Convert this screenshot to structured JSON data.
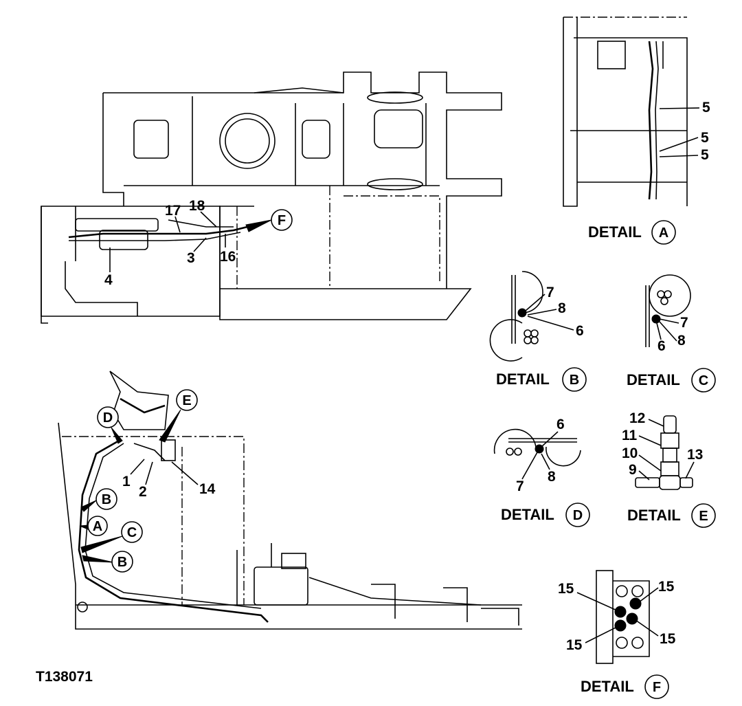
{
  "figure_id": "T138071",
  "detail_word": "DETAIL",
  "details": {
    "a": "A",
    "b": "B",
    "c": "C",
    "d": "D",
    "e": "E",
    "f": "F"
  },
  "callouts": {
    "top_view": [
      "17",
      "18",
      "3",
      "16",
      "4"
    ],
    "side_view": [
      "1",
      "2",
      "14"
    ],
    "detail_a": [
      "5",
      "5",
      "5"
    ],
    "detail_b": [
      "7",
      "8",
      "6"
    ],
    "detail_c": [
      "7",
      "8",
      "6"
    ],
    "detail_d": [
      "6",
      "7",
      "8"
    ],
    "detail_e": [
      "12",
      "11",
      "10",
      "9",
      "13"
    ],
    "detail_f": [
      "15",
      "15",
      "15",
      "15"
    ]
  },
  "side_view_circles": [
    "D",
    "E",
    "B",
    "A",
    "C",
    "B"
  ],
  "top_view_circle": "F"
}
